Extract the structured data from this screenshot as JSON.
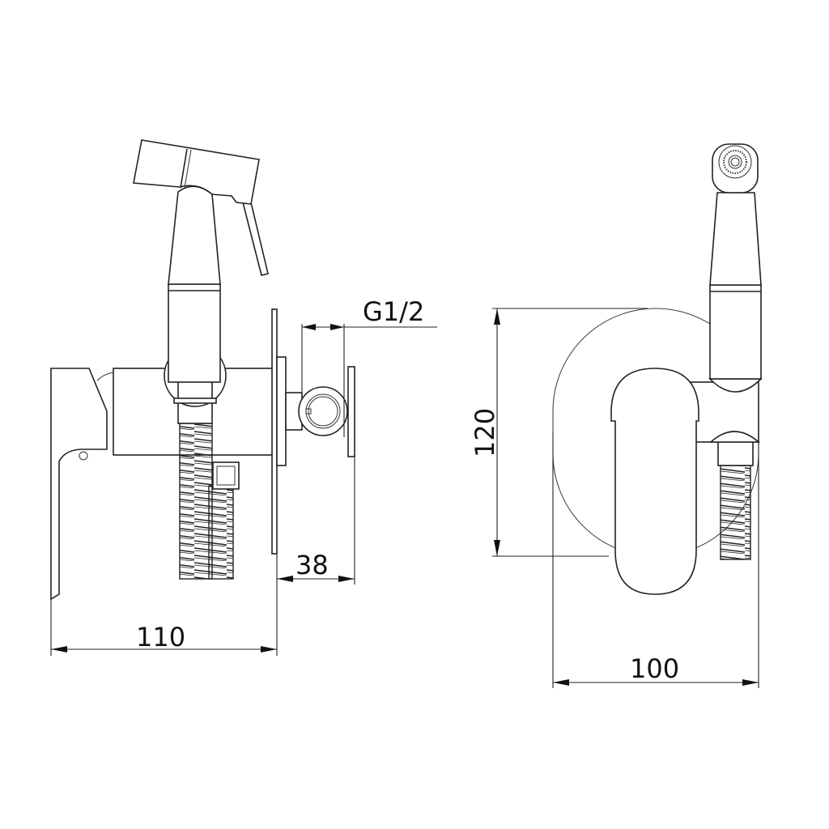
{
  "drawing": {
    "side_view": {
      "thread_label": "G1/2",
      "depth_label": "38",
      "width_label": "110"
    },
    "front_view": {
      "height_label": "120",
      "width_label": "100"
    },
    "line_color": "#222222"
  }
}
